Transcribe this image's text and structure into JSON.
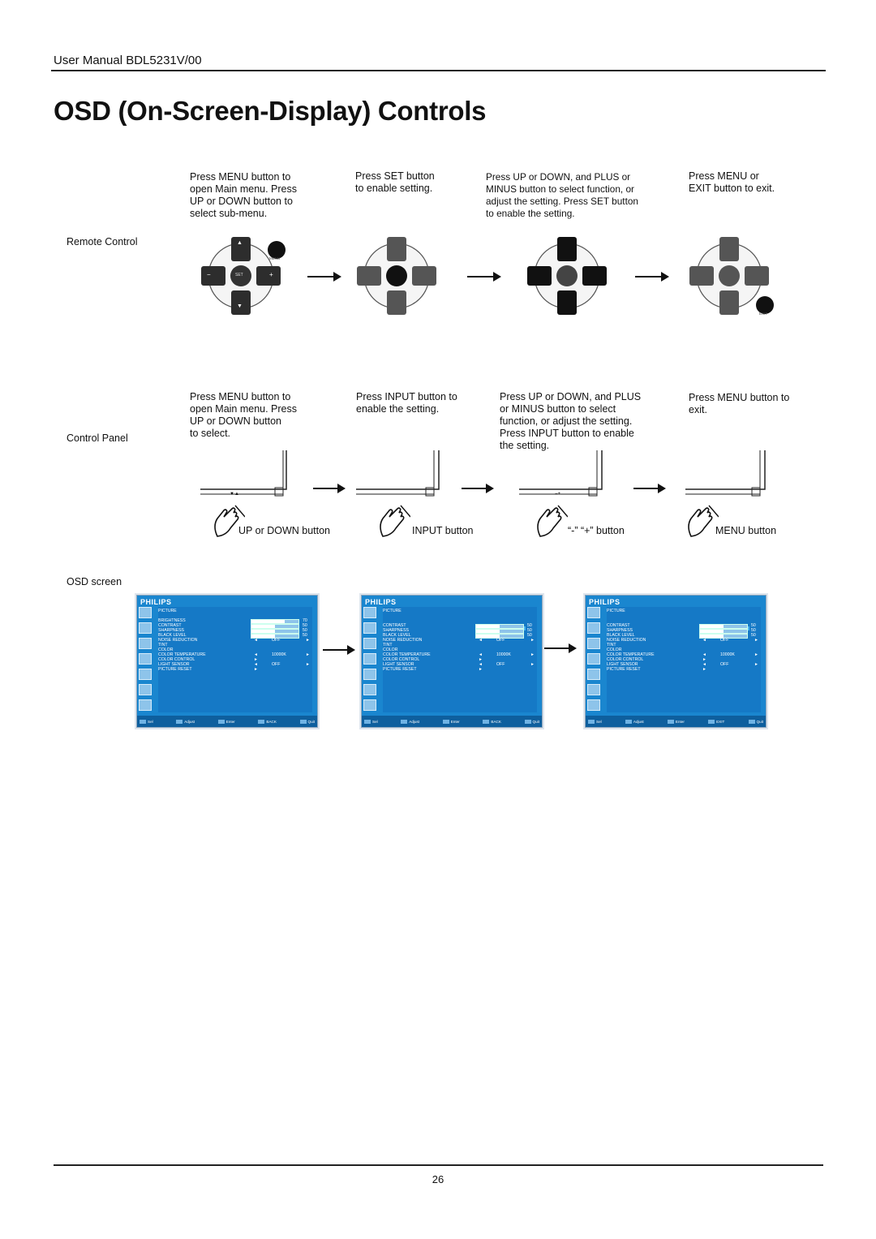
{
  "header": {
    "manual_title": "User Manual BDL5231V/00"
  },
  "page_title": "OSD (On-Screen-Display) Controls",
  "rows": {
    "remote": "Remote Control",
    "panel": "Control Panel",
    "osd": "OSD screen"
  },
  "remote_steps": [
    "Press MENU button to\nopen Main menu.   Press\nUP or DOWN button to\nselect sub-menu.",
    "Press SET button\nto enable setting.",
    "Press UP or DOWN, and PLUS or\nMINUS button to select function, or\nadjust the setting. Press SET button\nto enable the setting.",
    "Press MENU or\nEXIT button to exit."
  ],
  "remote_keys": {
    "up": "▲",
    "down": "▼",
    "minus": "−",
    "plus": "+",
    "set": "SET",
    "menu": "MENU",
    "exit": "EXIT"
  },
  "panel_steps": [
    "Press MENU button to\nopen Main menu. Press\nUP or DOWN button\nto select.",
    "Press INPUT button to\nenable the setting.",
    "Press UP or DOWN, and PLUS\nor MINUS button to select\nfunction, or adjust the setting.\nPress INPUT button to enable\nthe setting.",
    "Press MENU button to\nexit."
  ],
  "panel_captions": [
    "UP or DOWN button",
    "INPUT button",
    "“-” “+” button",
    "MENU button"
  ],
  "panel_marks": [
    "▼▲",
    "",
    "−+",
    ""
  ],
  "osd": {
    "brand": "PHILIPS",
    "menu_title": "PICTURE",
    "items": [
      "BRIGHTNESS",
      "CONTRAST",
      "SHARPNESS",
      "BLACK  LEVEL",
      "NOISE  REDUCTION",
      "TINT",
      "COLOR",
      "COLOR  TEMPERATURE",
      "COLOR  CONTROL",
      "LIGHT  SENSOR",
      "PICTURE  RESET"
    ],
    "values": {
      "brightness": "70",
      "contrast": "50",
      "sharpness": "50",
      "black_level": "50"
    },
    "value_bars": {
      "brightness": 0.7,
      "contrast": 0.5,
      "sharpness": 0.5,
      "black_level": 0.5
    },
    "noise_reduction": "OFF",
    "color_temperature": "10000K",
    "light_sensor": "OFF",
    "arrows": {
      "left": "◄",
      "right": "►"
    },
    "footers": [
      [
        "Sel",
        "Adjust",
        "Enter",
        "BACK",
        "Quit"
      ],
      [
        "Sel",
        "Adjust",
        "Enter",
        "BACK",
        "Quit"
      ],
      [
        "Sel",
        "Adjust",
        "Enter",
        "EXIT",
        "Quit"
      ]
    ]
  },
  "page_number": "26"
}
